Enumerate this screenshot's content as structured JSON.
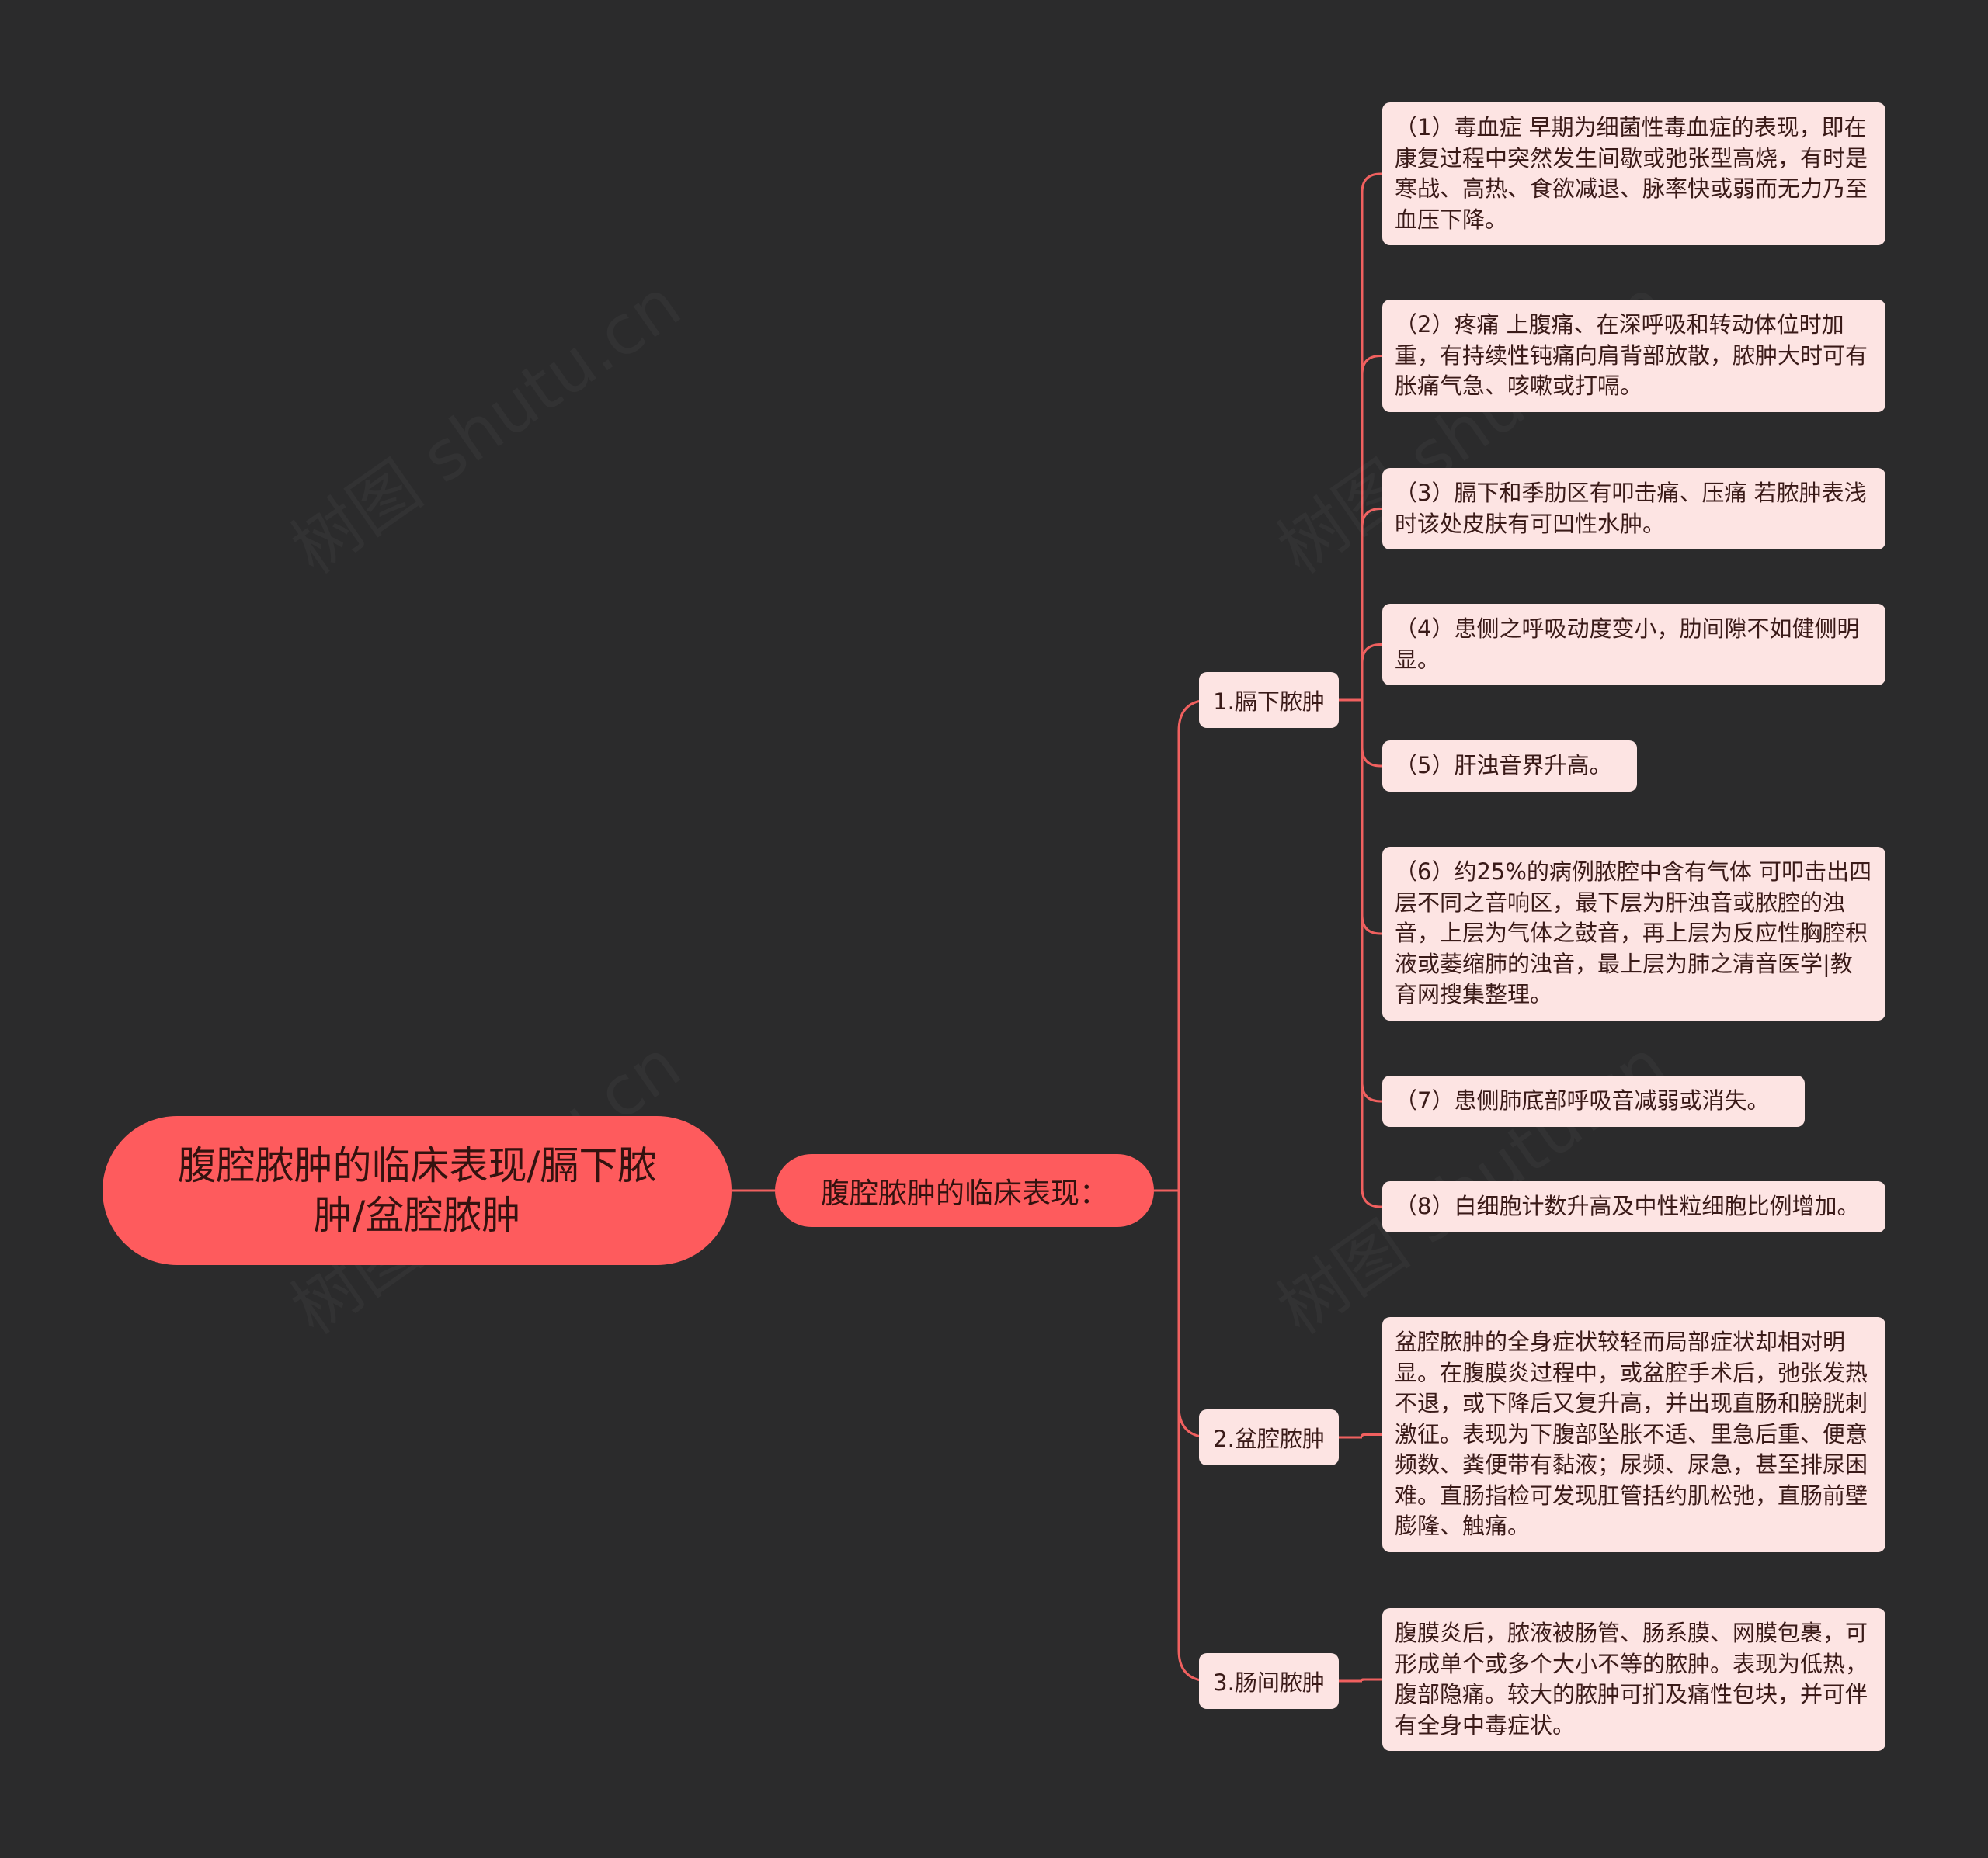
{
  "root": {
    "label": "腹腔脓肿的临床表现/膈下脓肿/盆腔脓肿"
  },
  "hub": {
    "label": "腹腔脓肿的临床表现："
  },
  "branches": [
    {
      "label": "1.膈下脓肿",
      "leaves": [
        "（1）毒血症 早期为细菌性毒血症的表现，即在康复过程中突然发生间歇或弛张型高烧，有时是寒战、高热、食欲减退、脉率快或弱而无力乃至血压下降。",
        "（2）疼痛 上腹痛、在深呼吸和转动体位时加重，有持续性钝痛向肩背部放散，脓肿大时可有胀痛气急、咳嗽或打嗝。",
        "（3）膈下和季肋区有叩击痛、压痛 若脓肿表浅时该处皮肤有可凹性水肿。",
        "（4）患侧之呼吸动度变小，肋间隙不如健侧明显。",
        "（5）肝浊音界升高。",
        "（6）约25%的病例脓腔中含有气体 可叩击出四层不同之音响区，最下层为肝浊音或脓腔的浊音，上层为气体之鼓音，再上层为反应性胸腔积液或萎缩肺的浊音，最上层为肺之清音医学|教育网搜集整理。",
        "（7）患侧肺底部呼吸音减弱或消失。",
        "（8）白细胞计数升高及中性粒细胞比例增加。"
      ]
    },
    {
      "label": "2.盆腔脓肿",
      "leaves": [
        "盆腔脓肿的全身症状较轻而局部症状却相对明显。在腹膜炎过程中，或盆腔手术后，弛张发热不退，或下降后又复升高，并出现直肠和膀胱刺激征。表现为下腹部坠胀不适、里急后重、便意频数、粪便带有黏液；尿频、尿急，甚至排尿困难。直肠指检可发现肛管括约肌松弛，直肠前壁膨隆、触痛。"
      ]
    },
    {
      "label": "3.肠间脓肿",
      "leaves": [
        "腹膜炎后，脓液被肠管、肠系膜、网膜包裹，可形成单个或多个大小不等的脓肿。表现为低热，腹部隐痛。较大的脓肿可扪及痛性包块，并可伴有全身中毒症状。"
      ]
    }
  ],
  "watermark": "树图 shutu.cn",
  "colors": {
    "background": "#2b2b2c",
    "accent": "#fe5b5d",
    "leaf_fill": "#fde4e3",
    "line": "#f0605f"
  }
}
